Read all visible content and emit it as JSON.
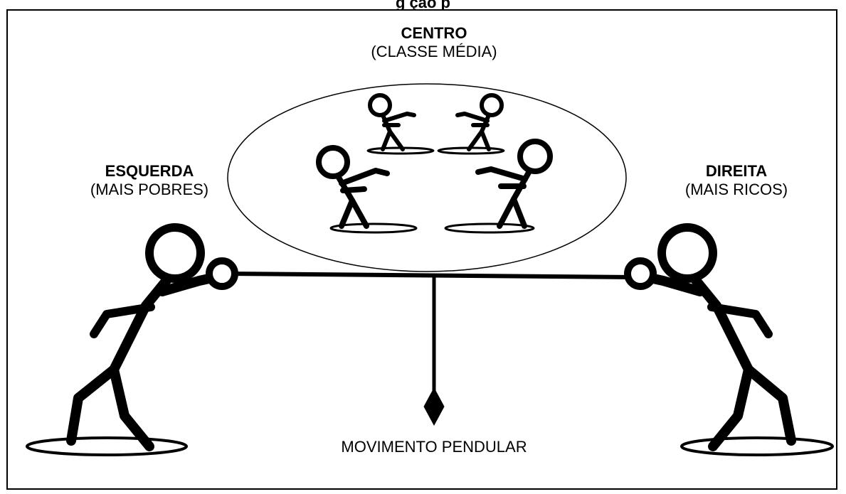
{
  "figure": {
    "title_fragment": "g                         ção        p"
  },
  "center": {
    "title": "CENTRO",
    "subtitle": "(CLASSE MÉDIA)"
  },
  "left": {
    "title": "ESQUERDA",
    "subtitle": "(MAIS POBRES)"
  },
  "right": {
    "title": "DIREITA",
    "subtitle": "(MAIS RICOS)"
  },
  "pendulum_label": "MOVIMENTO PENDULAR",
  "colors": {
    "ink": "#000000",
    "background": "#ffffff"
  }
}
